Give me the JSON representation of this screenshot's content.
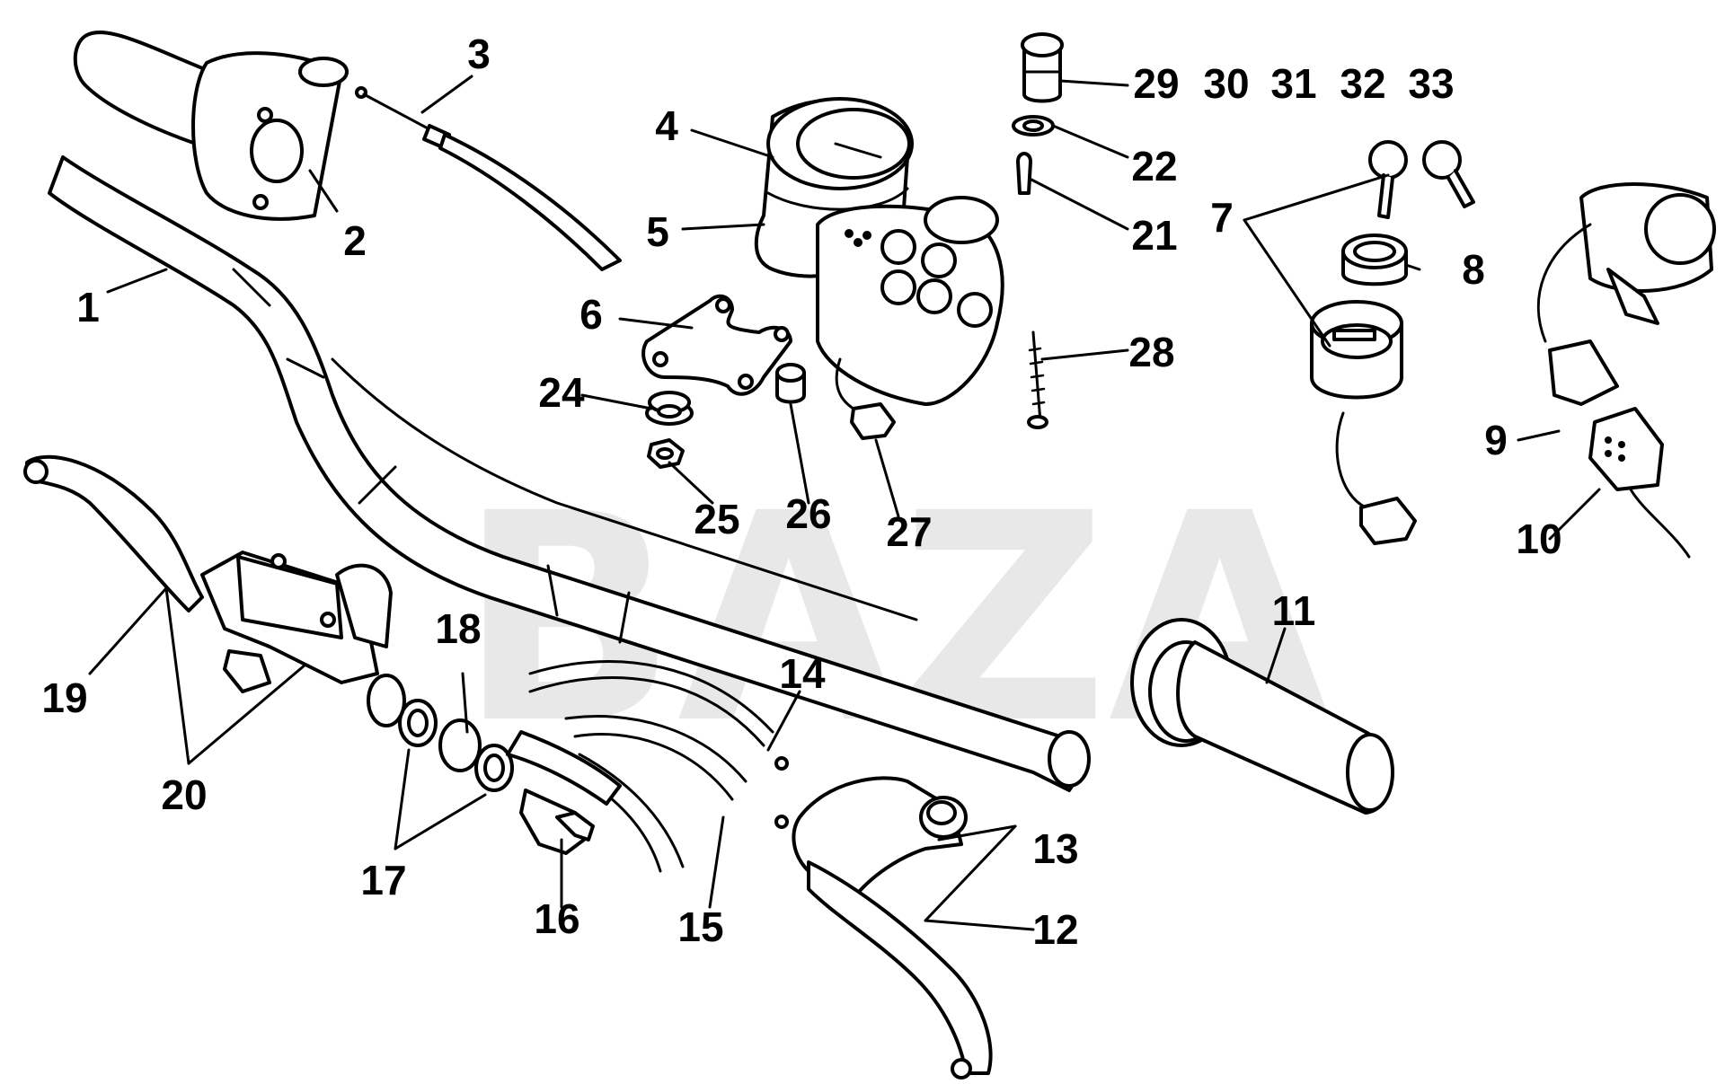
{
  "watermark": "BAZA",
  "callouts": [
    {
      "id": "1",
      "text": "1"
    },
    {
      "id": "2",
      "text": "2"
    },
    {
      "id": "3",
      "text": "3"
    },
    {
      "id": "4",
      "text": "4"
    },
    {
      "id": "5",
      "text": "5"
    },
    {
      "id": "6",
      "text": "6"
    },
    {
      "id": "7",
      "text": "7"
    },
    {
      "id": "8",
      "text": "8"
    },
    {
      "id": "9",
      "text": "9"
    },
    {
      "id": "10",
      "text": "10"
    },
    {
      "id": "11",
      "text": "11"
    },
    {
      "id": "12",
      "text": "12"
    },
    {
      "id": "13",
      "text": "13"
    },
    {
      "id": "14",
      "text": "14"
    },
    {
      "id": "15",
      "text": "15"
    },
    {
      "id": "16",
      "text": "16"
    },
    {
      "id": "17",
      "text": "17"
    },
    {
      "id": "18",
      "text": "18"
    },
    {
      "id": "19",
      "text": "19"
    },
    {
      "id": "20",
      "text": "20"
    },
    {
      "id": "21",
      "text": "21"
    },
    {
      "id": "22",
      "text": "22"
    },
    {
      "id": "24",
      "text": "24"
    },
    {
      "id": "25",
      "text": "25"
    },
    {
      "id": "26",
      "text": "26"
    },
    {
      "id": "27",
      "text": "27"
    },
    {
      "id": "28",
      "text": "28"
    },
    {
      "id": "29",
      "text": "29"
    },
    {
      "id": "30",
      "text": "30"
    },
    {
      "id": "31",
      "text": "31"
    },
    {
      "id": "32",
      "text": "32"
    },
    {
      "id": "33",
      "text": "33"
    }
  ]
}
